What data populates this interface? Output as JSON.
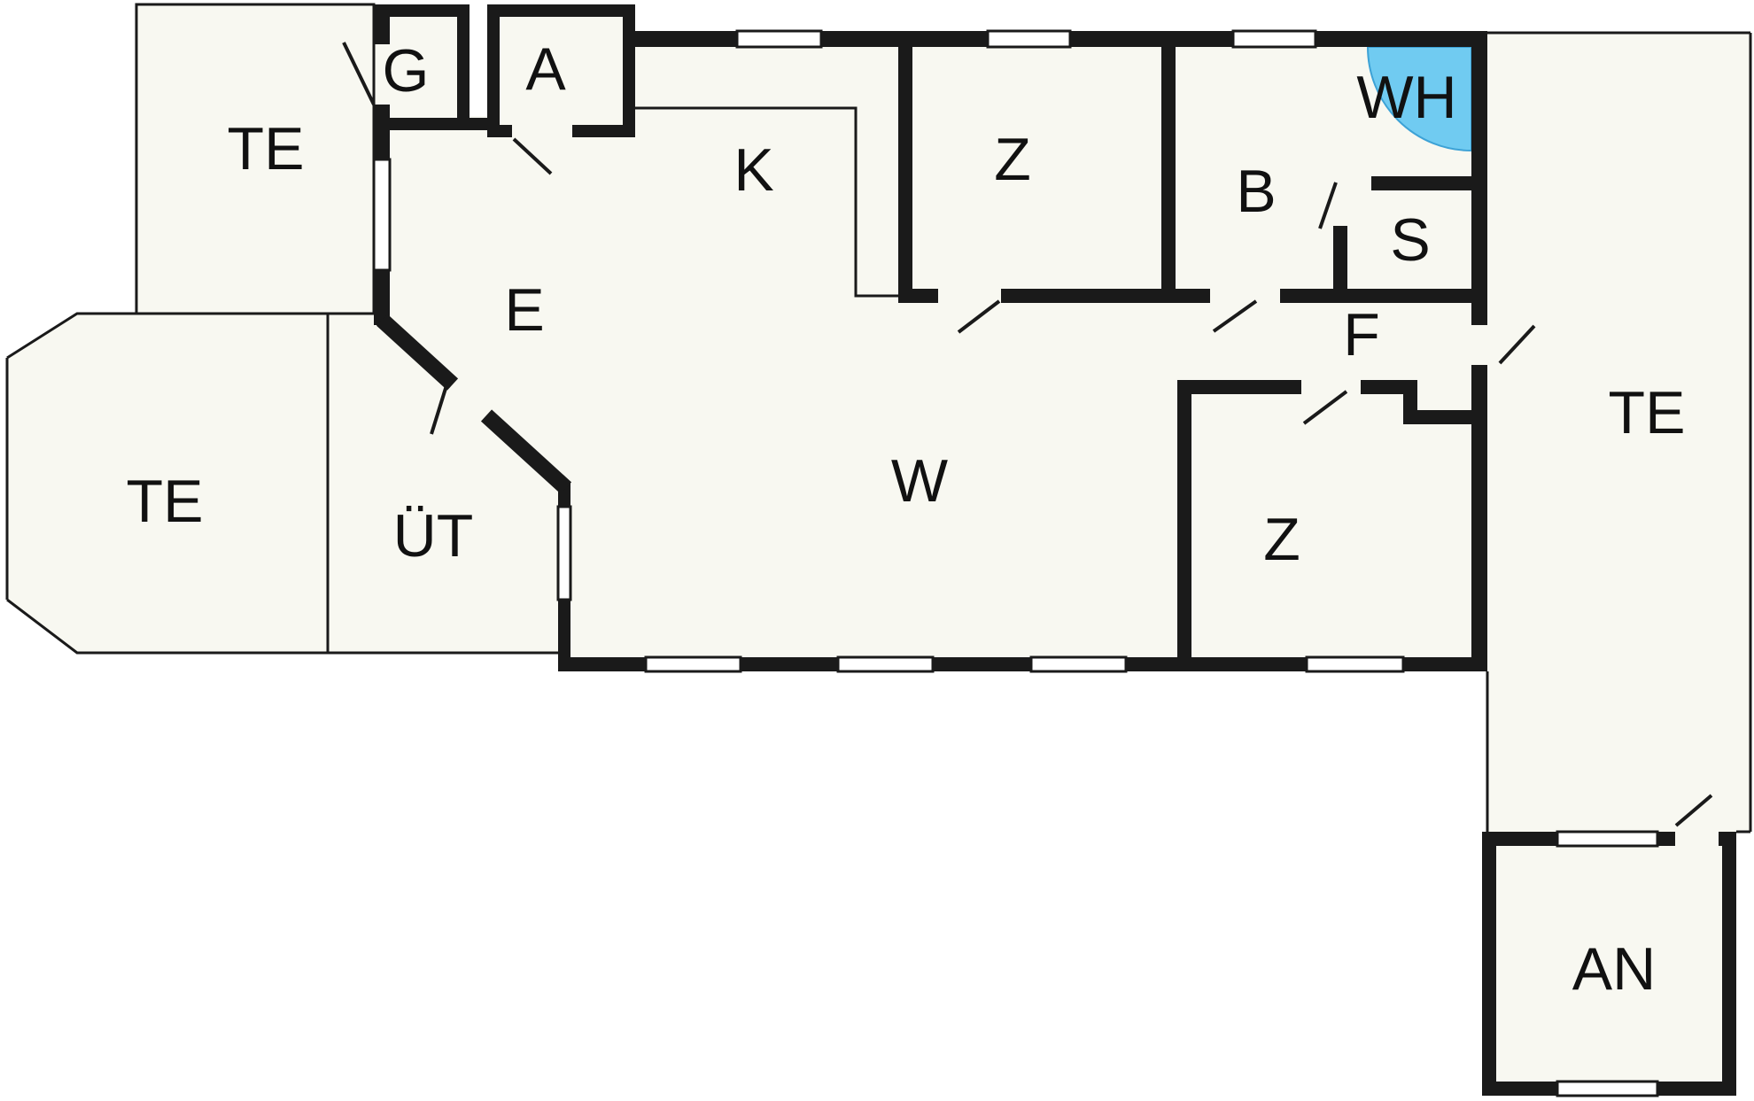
{
  "plan_type": "floor-plan",
  "colors": {
    "background": "#ffffff",
    "floor": "#f8f8f1",
    "wall": "#1a1a1a",
    "water_heater": "#70cbf1",
    "water_heater_edge": "#3da2d6"
  },
  "rooms": [
    {
      "id": "te-top-left",
      "label": "TE"
    },
    {
      "id": "g",
      "label": "G"
    },
    {
      "id": "a",
      "label": "A"
    },
    {
      "id": "k",
      "label": "K"
    },
    {
      "id": "e",
      "label": "E"
    },
    {
      "id": "z-top",
      "label": "Z"
    },
    {
      "id": "b",
      "label": "B"
    },
    {
      "id": "wh",
      "label": "WH"
    },
    {
      "id": "s",
      "label": "S"
    },
    {
      "id": "f",
      "label": "F"
    },
    {
      "id": "w",
      "label": "W"
    },
    {
      "id": "z-bottom",
      "label": "Z"
    },
    {
      "id": "uet",
      "label": "ÜT"
    },
    {
      "id": "te-left",
      "label": "TE"
    },
    {
      "id": "te-right",
      "label": "TE"
    },
    {
      "id": "an",
      "label": "AN"
    }
  ]
}
